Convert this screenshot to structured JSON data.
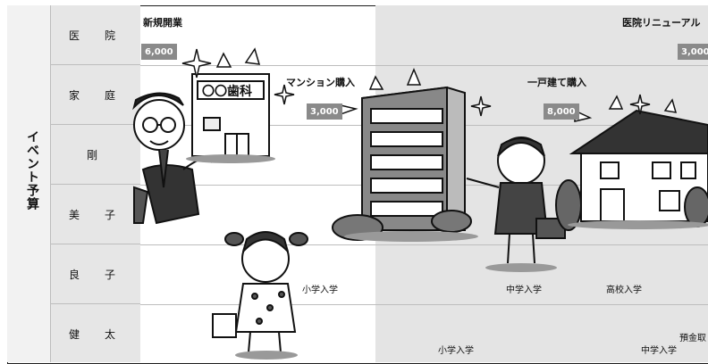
{
  "sidebar": {
    "title": "イベント予算",
    "rows": [
      "医　院",
      "家　庭",
      "剛",
      "美　子",
      "良　子",
      "健　太"
    ]
  },
  "events": {
    "clinic_opening": {
      "title": "新規開業",
      "budget": "6,000",
      "sign": "〇〇歯科"
    },
    "condo_purchase": {
      "title": "マンション購入",
      "budget": "3,000"
    },
    "house_purchase": {
      "title": "一戸建て購入",
      "budget": "8,000"
    },
    "clinic_renewal": {
      "title": "医院リニューアル",
      "budget": "3,000"
    }
  },
  "milestones": {
    "yoshiko_elementary": "小学入学",
    "yoshiko_middle": "中学入学",
    "yoshiko_high": "高校入学",
    "kenta_elementary": "小学入学",
    "kenta_middle": "中学入学",
    "kenta_deposit": "預金取"
  },
  "colors": {
    "grid_line": "#bdbdbd",
    "label_col_bg": "#e6e6e6",
    "right_shade_bg": "#e4e4e4",
    "value_box_bg": "#8a8a8a",
    "ink": "#111111"
  }
}
